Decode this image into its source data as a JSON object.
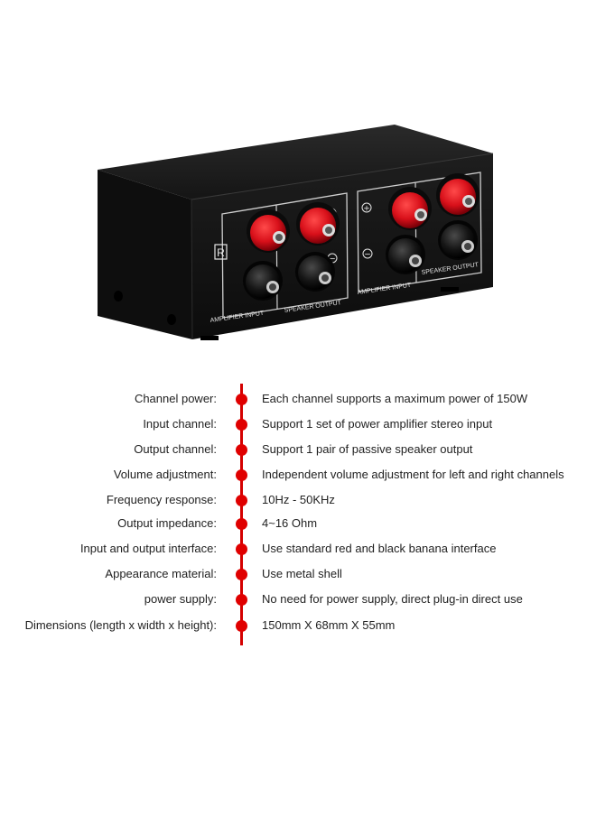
{
  "product": {
    "channel_mark": "R",
    "left_panel": {
      "input_label": "AMPLIFIER INPUT",
      "output_label": "SPEAKER OUTPUT"
    },
    "right_panel": {
      "input_label": "AMPLIFIER INPUT",
      "output_label": "SPEAKER OUTPUT"
    },
    "colors": {
      "body": "#1a1a1a",
      "red_terminal": "#d8101a",
      "black_terminal": "#111111"
    },
    "icons": {
      "plus": "plus-icon",
      "minus": "minus-icon"
    }
  },
  "specs": [
    {
      "label": "Channel power:",
      "value": "Each channel supports a maximum power of 150W"
    },
    {
      "label": "Input channel:",
      "value": "Support 1 set of power amplifier stereo input"
    },
    {
      "label": "Output channel:",
      "value": "Support 1 pair of passive speaker output"
    },
    {
      "label": "Volume adjustment:",
      "value": "Independent volume adjustment for left and right channels"
    },
    {
      "label": "Frequency response:",
      "value": "10Hz - 50KHz"
    },
    {
      "label": "Output impedance:",
      "value": "4~16 Ohm"
    },
    {
      "label": "Input and output interface:",
      "value": "Use standard red and black banana interface"
    },
    {
      "label": "Appearance material:",
      "value": "Use metal shell"
    },
    {
      "label": "power supply:",
      "value": "No need for power supply, direct plug-in direct use"
    },
    {
      "label": "Dimensions (length x width x height):",
      "value": "150mm X 68mm X 55mm"
    }
  ],
  "colors": {
    "accent": "#e00000",
    "text": "#222222"
  }
}
